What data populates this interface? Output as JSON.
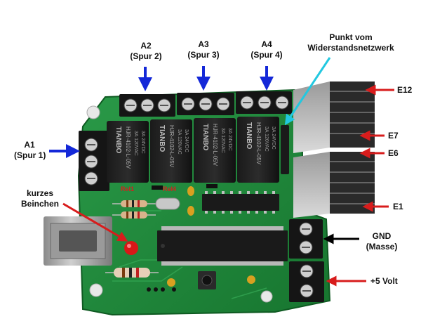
{
  "labels": {
    "a1_line1": "A1",
    "a1_line2": "(Spur 1)",
    "a2_line1": "A2",
    "a2_line2": "(Spur 2)",
    "a3_line1": "A3",
    "a3_line2": "(Spur 3)",
    "a4_line1": "A4",
    "a4_line2": "(Spur 4)",
    "punkt_line1": "Punkt vom",
    "punkt_line2": "Widerstandsnetzwerk",
    "kurzes_line1": "kurzes",
    "kurzes_line2": "Beinchen",
    "e12": "E12",
    "e7": "E7",
    "e6": "E6",
    "e1": "E1",
    "gnd_line1": "GND",
    "gnd_line2": "(Masse)",
    "plus5": "+5 Volt"
  },
  "board_marks": {
    "rel1": "Rel1",
    "rel4": "Rel4"
  },
  "relay_text": {
    "brand": "TIANBO",
    "model": "HJR-4102-L-05V",
    "rating1": "3A 120VAC",
    "rating2": "3A 24VDC"
  },
  "colors": {
    "board": "#1f8a3c",
    "arrow_blue": "#1428d8",
    "arrow_red": "#d81c1c",
    "arrow_cyan": "#22c8e0",
    "arrow_black": "#000000"
  }
}
